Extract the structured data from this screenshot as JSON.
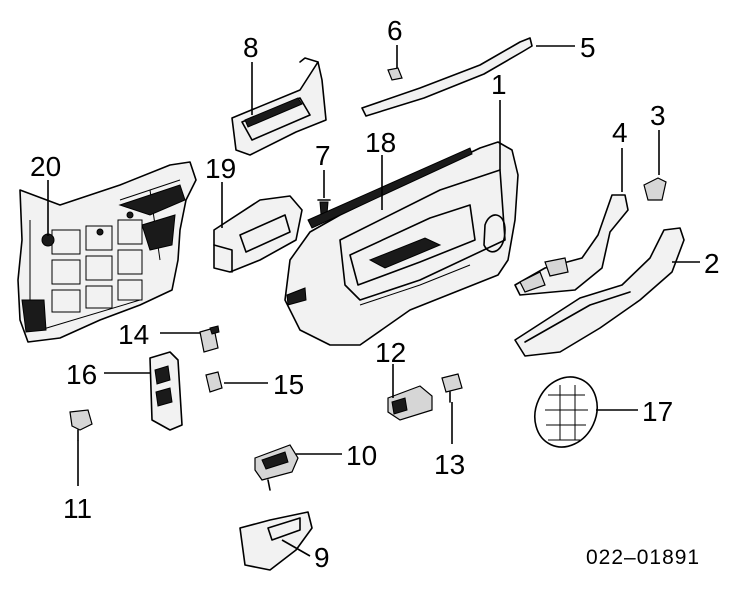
{
  "diagram": {
    "code": "022–01891",
    "callouts": {
      "c1": "1",
      "c2": "2",
      "c3": "3",
      "c4": "4",
      "c5": "5",
      "c6": "6",
      "c7": "7",
      "c8": "8",
      "c9": "9",
      "c10": "10",
      "c11": "11",
      "c12": "12",
      "c13": "13",
      "c14": "14",
      "c15": "15",
      "c16": "16",
      "c17": "17",
      "c18": "18",
      "c19": "19",
      "c20": "20"
    }
  }
}
